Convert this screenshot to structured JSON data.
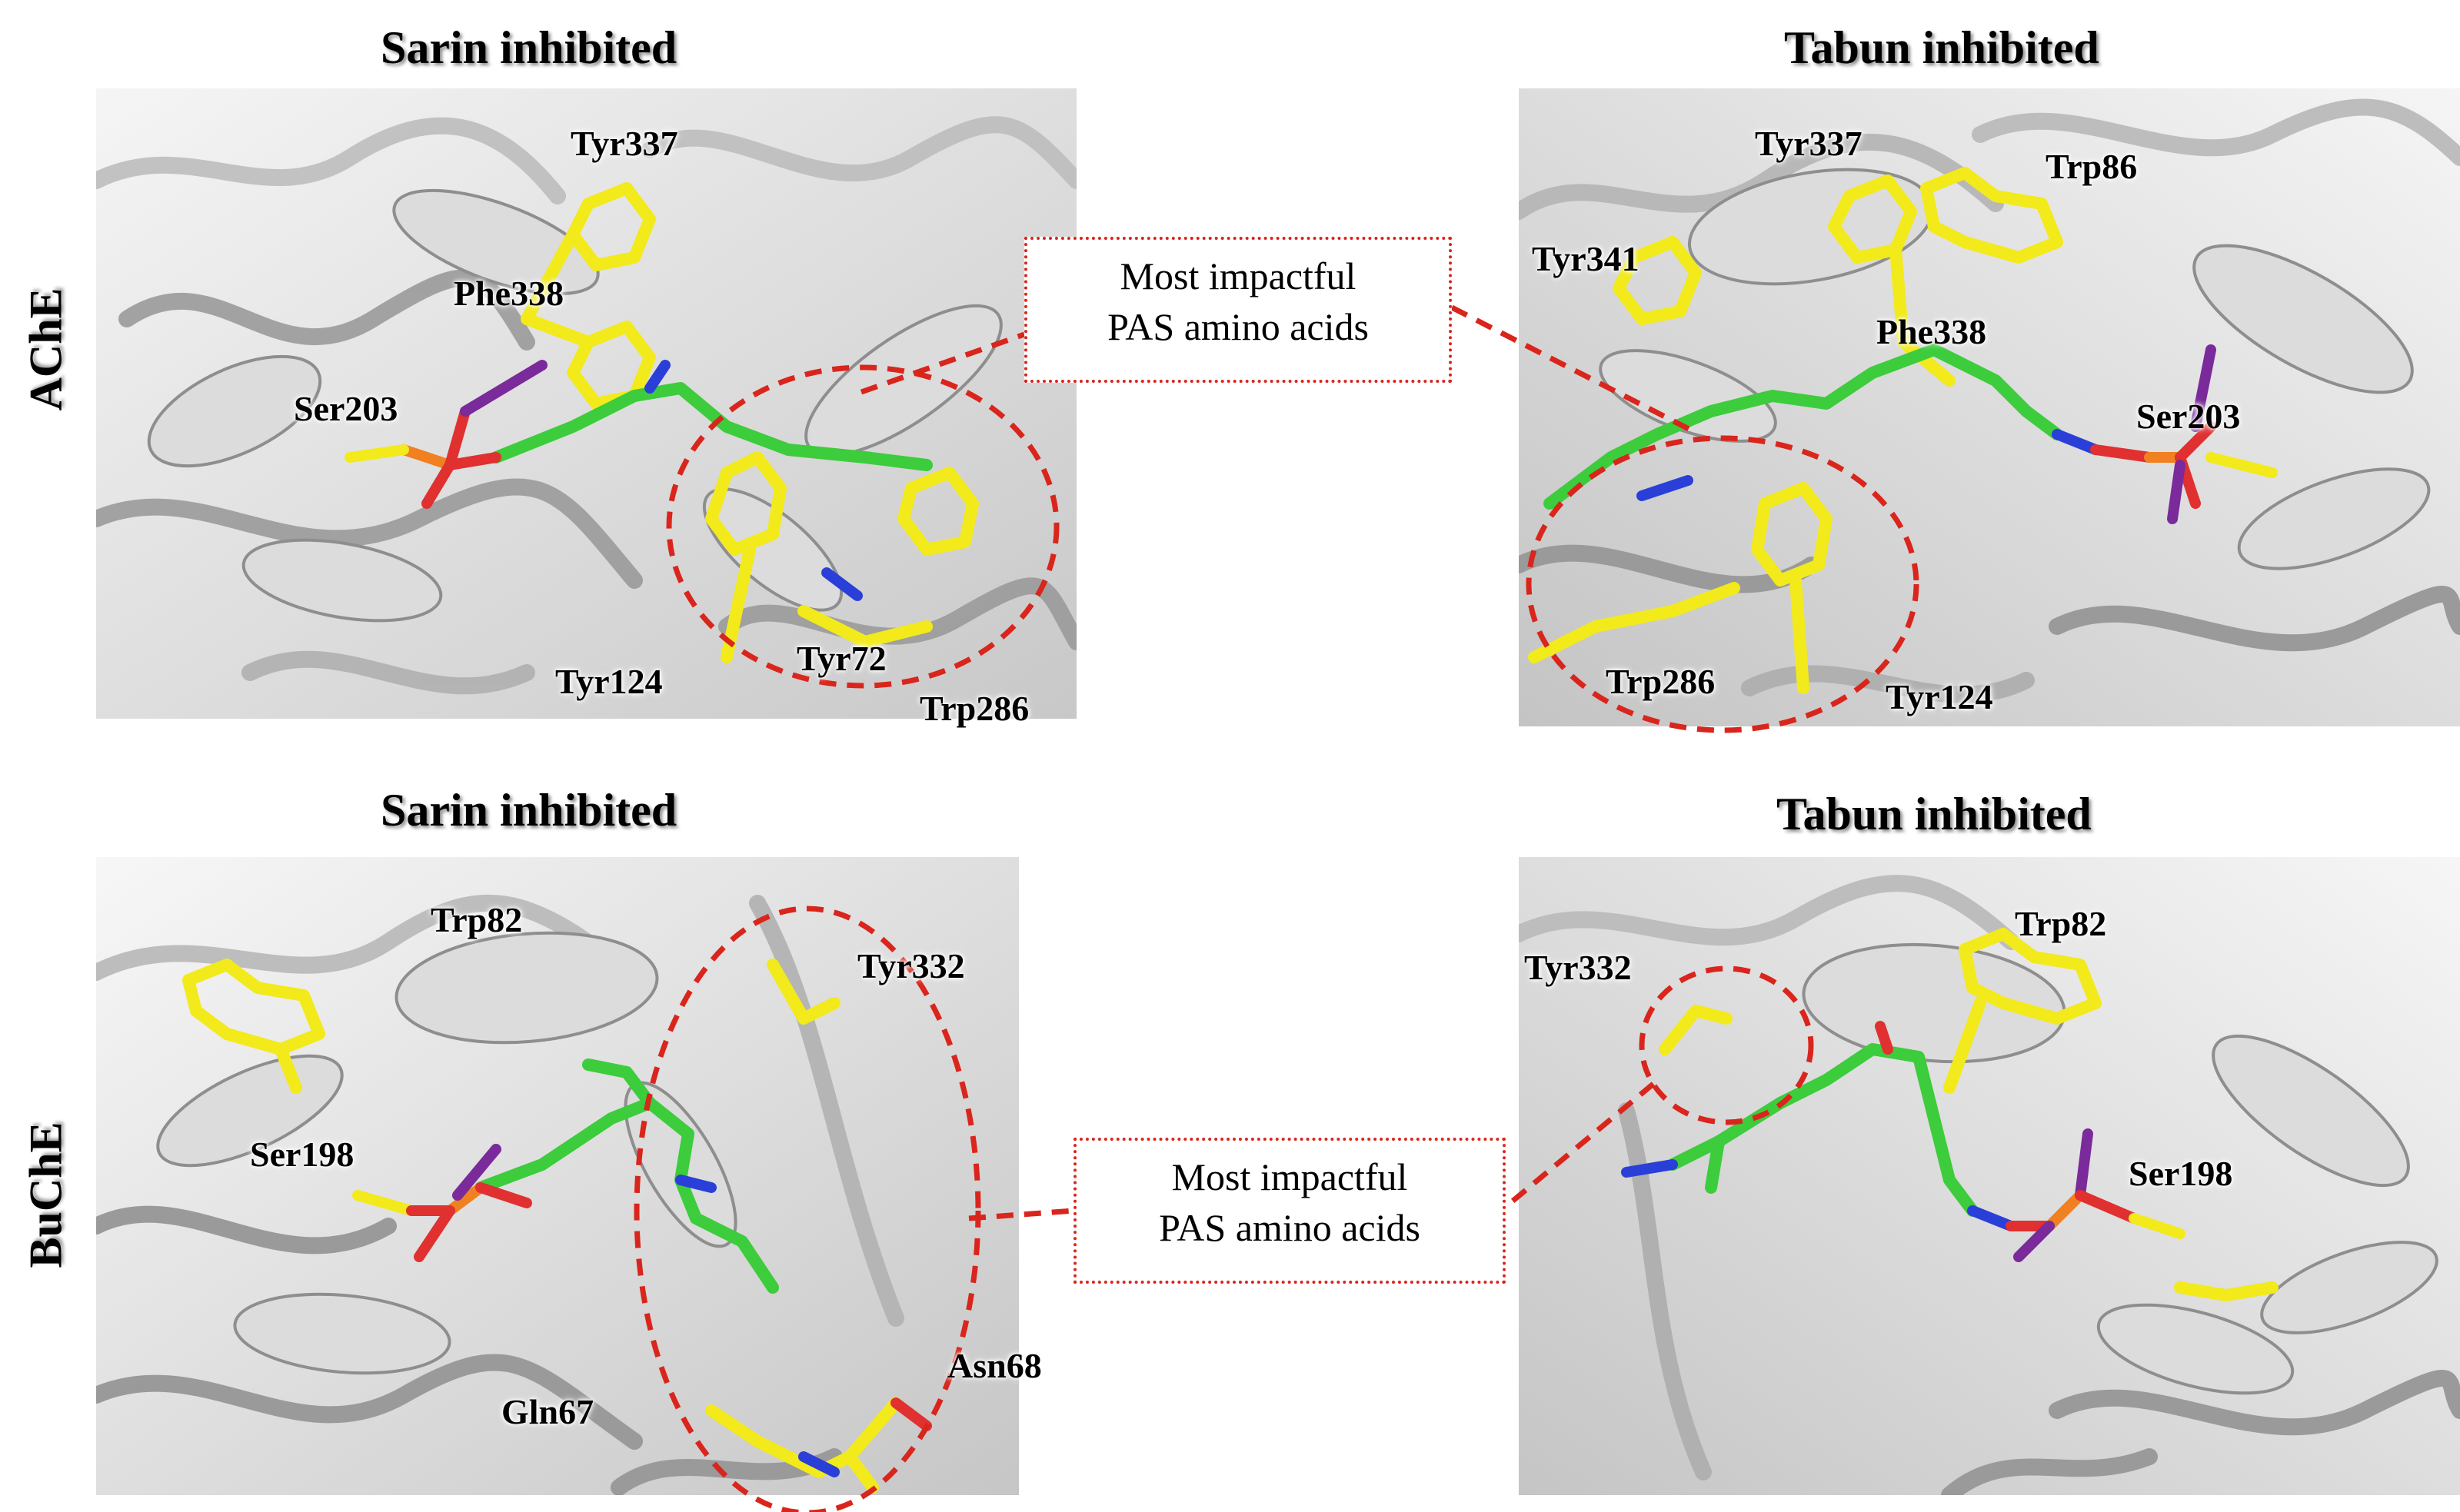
{
  "columns": {
    "sarin": "Sarin inhibited",
    "tabun": "Tabun inhibited"
  },
  "rows": {
    "ache": "AChE",
    "buche": "BuChE"
  },
  "callout": {
    "line1": "Most impactful",
    "line2": "PAS amino acids"
  },
  "panels": {
    "ache_sarin": [
      "Tyr337",
      "Phe338",
      "Ser203",
      "Tyr124",
      "Tyr72",
      "Trp286"
    ],
    "ache_tabun": [
      "Tyr337",
      "Trp86",
      "Tyr341",
      "Phe338",
      "Ser203",
      "Trp286",
      "Tyr124"
    ],
    "buche_sarin": [
      "Trp82",
      "Tyr332",
      "Ser198",
      "Asn68",
      "Gln67"
    ],
    "buche_tabun": [
      "Tyr332",
      "Trp82",
      "Ser198"
    ]
  },
  "colors": {
    "residue": "#f2ea1b",
    "ligand": "#3ccc3c",
    "oxygen": "#e03030",
    "nitrogen": "#2a3fd8",
    "phosphorus": "#f08020",
    "fluorine": "#7a2a9a",
    "protein": "#f2f2f2",
    "highlight": "#d9251c"
  }
}
